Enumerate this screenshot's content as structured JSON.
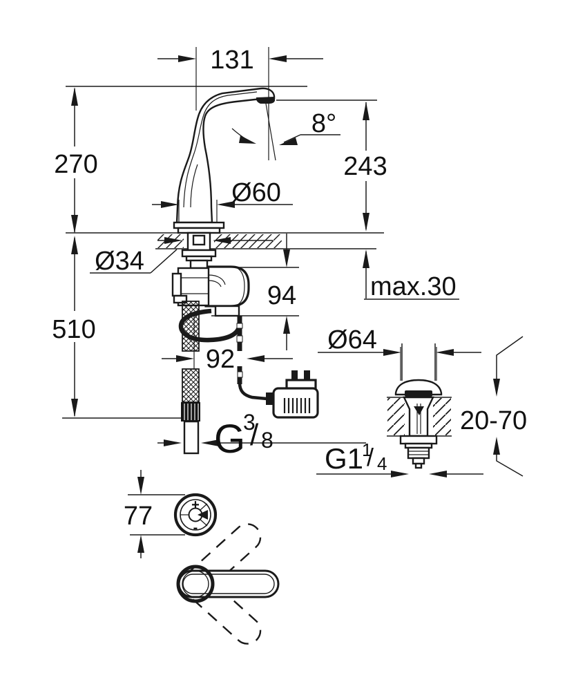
{
  "drawing": {
    "bg_color": "#ffffff",
    "ink_color": "#1a1a1a",
    "dims": {
      "spout_reach": "131",
      "spray_angle": "8°",
      "total_height": "270",
      "outlet_height": "243",
      "body_diameter": "Ø60",
      "hole_diameter": "Ø34",
      "deck_max": "max.30",
      "mixer_depth": "94",
      "hose_length": "510",
      "hose_spread": "92",
      "waste_cap_diameter": "Ø64",
      "deck_thickness_range": "20-70",
      "control_diameter": "77"
    },
    "supply_thread": {
      "prefix": "G",
      "numerator": "3",
      "slash": "/",
      "denominator": "8"
    },
    "waste_thread": {
      "prefix": "G1",
      "numerator": "1",
      "slash": "/",
      "denominator": "4"
    },
    "control_knob": {
      "plus": "+",
      "minus": "-"
    }
  }
}
